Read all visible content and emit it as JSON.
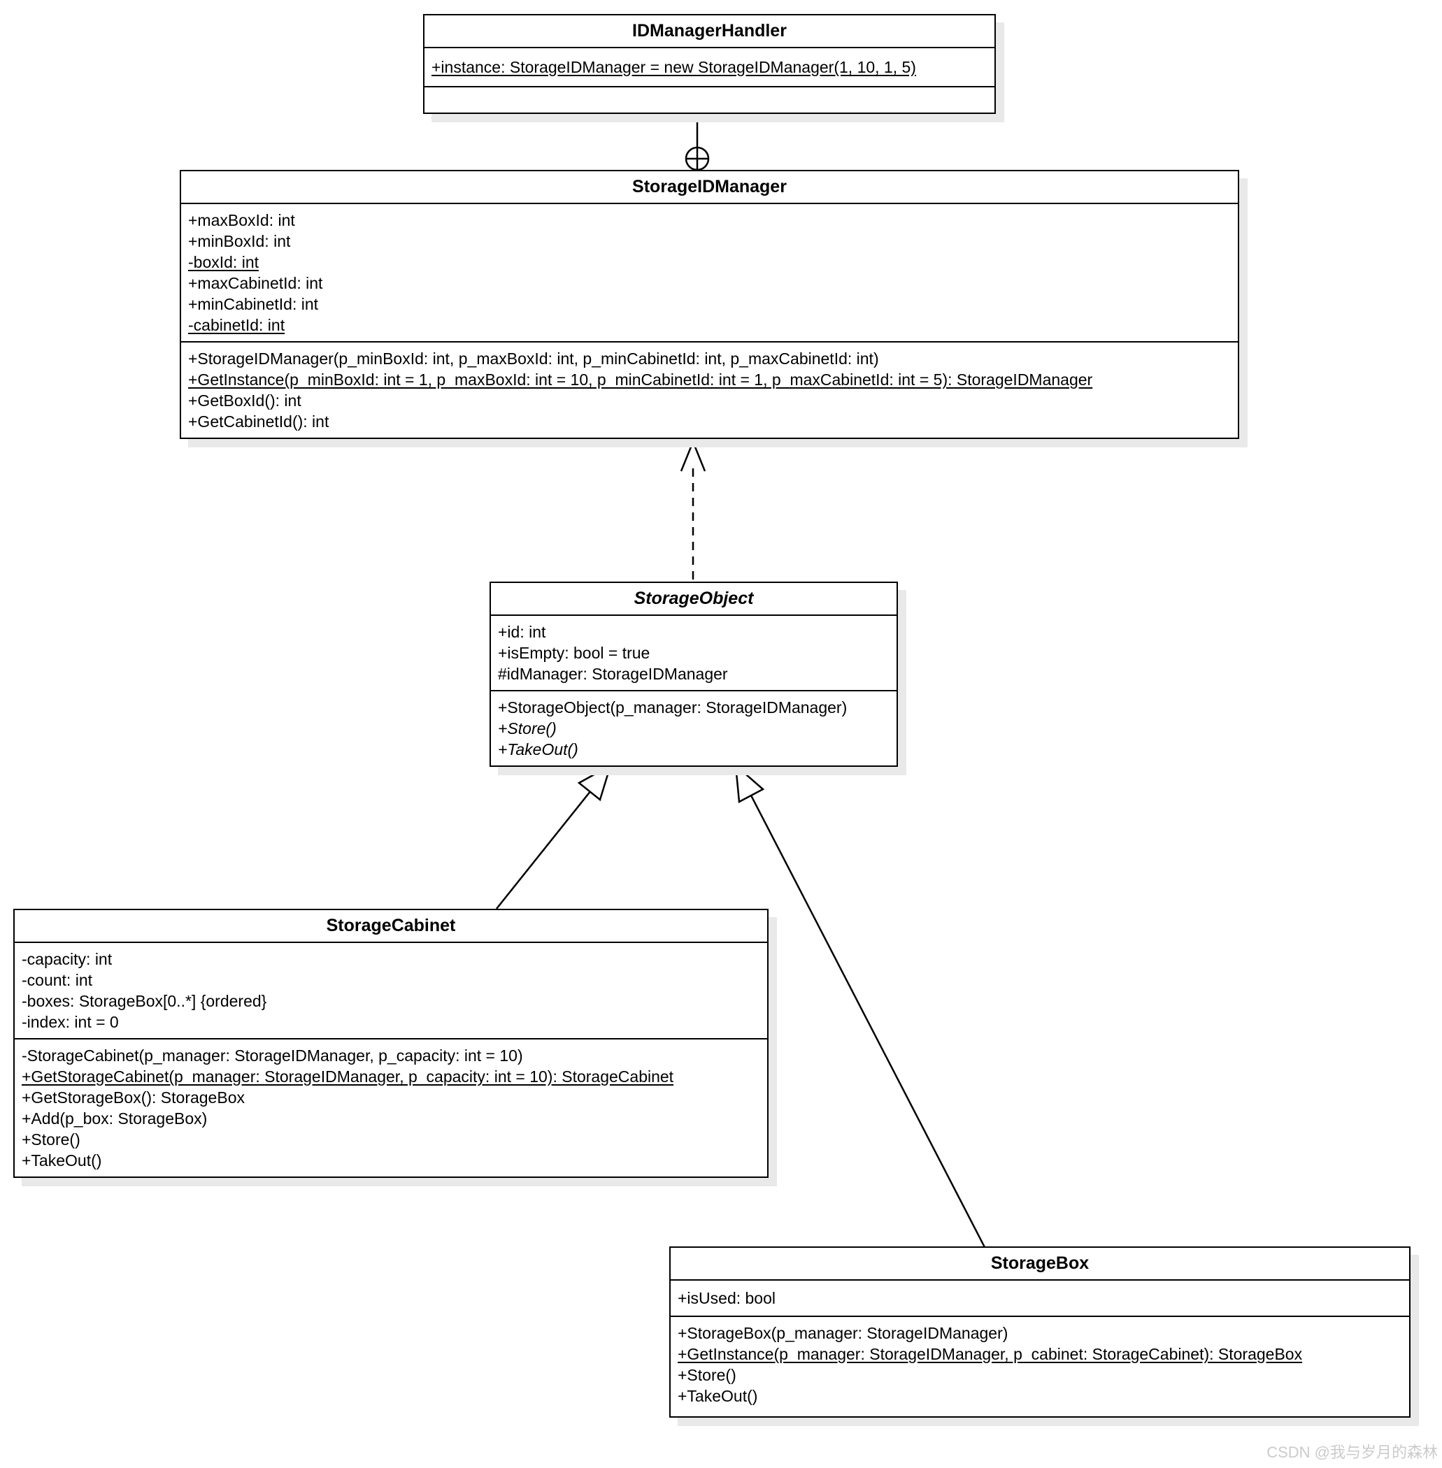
{
  "watermark": "CSDN @我与岁月的森林",
  "diagram": {
    "type": "uml-class-diagram",
    "classes": [
      {
        "name": "IDManagerHandler",
        "title": "IDManagerHandler",
        "abstract": false,
        "attributes": [
          {
            "text": "+instance: StorageIDManager = new StorageIDManager(1, 10, 1, 5)",
            "static": true
          }
        ],
        "methods": []
      },
      {
        "name": "StorageIDManager",
        "title": "StorageIDManager",
        "abstract": false,
        "attributes": [
          {
            "text": "+maxBoxId: int",
            "static": false
          },
          {
            "text": "+minBoxId: int",
            "static": false
          },
          {
            "text": "-boxId: int",
            "static": true
          },
          {
            "text": "+maxCabinetId: int",
            "static": false
          },
          {
            "text": "+minCabinetId: int",
            "static": false
          },
          {
            "text": "-cabinetId: int",
            "static": true
          }
        ],
        "methods": [
          {
            "text": "+StorageIDManager(p_minBoxId: int, p_maxBoxId: int, p_minCabinetId: int, p_maxCabinetId: int)",
            "static": false,
            "abstract": false
          },
          {
            "text": "+GetInstance(p_minBoxId: int = 1, p_maxBoxId: int = 10, p_minCabinetId: int = 1, p_maxCabinetId: int = 5): StorageIDManager",
            "static": true,
            "abstract": false
          },
          {
            "text": "+GetBoxId(): int",
            "static": false,
            "abstract": false
          },
          {
            "text": "+GetCabinetId(): int",
            "static": false,
            "abstract": false
          }
        ]
      },
      {
        "name": "StorageObject",
        "title": "StorageObject",
        "abstract": true,
        "attributes": [
          {
            "text": "+id: int",
            "static": false
          },
          {
            "text": "+isEmpty: bool = true",
            "static": false
          },
          {
            "text": "#idManager: StorageIDManager",
            "static": false
          }
        ],
        "methods": [
          {
            "text": "+StorageObject(p_manager: StorageIDManager)",
            "static": false,
            "abstract": false
          },
          {
            "text": "+Store()",
            "static": false,
            "abstract": true
          },
          {
            "text": "+TakeOut()",
            "static": false,
            "abstract": true
          }
        ]
      },
      {
        "name": "StorageCabinet",
        "title": "StorageCabinet",
        "abstract": false,
        "attributes": [
          {
            "text": "-capacity: int",
            "static": false
          },
          {
            "text": "-count: int",
            "static": false
          },
          {
            "text": "-boxes: StorageBox[0..*] {ordered}",
            "static": false
          },
          {
            "text": "-index: int = 0",
            "static": false
          }
        ],
        "methods": [
          {
            "text": "-StorageCabinet(p_manager: StorageIDManager, p_capacity: int = 10)",
            "static": false,
            "abstract": false
          },
          {
            "text": "+GetStorageCabinet(p_manager: StorageIDManager, p_capacity: int = 10): StorageCabinet",
            "static": true,
            "abstract": false
          },
          {
            "text": "+GetStorageBox(): StorageBox",
            "static": false,
            "abstract": false
          },
          {
            "text": "+Add(p_box: StorageBox)",
            "static": false,
            "abstract": false
          },
          {
            "text": "+Store()",
            "static": false,
            "abstract": false
          },
          {
            "text": "+TakeOut()",
            "static": false,
            "abstract": false
          }
        ]
      },
      {
        "name": "StorageBox",
        "title": "StorageBox",
        "abstract": false,
        "attributes": [
          {
            "text": "+isUsed: bool",
            "static": false
          }
        ],
        "methods": [
          {
            "text": "+StorageBox(p_manager: StorageIDManager)",
            "static": false,
            "abstract": false
          },
          {
            "text": "+GetInstance(p_manager: StorageIDManager, p_cabinet: StorageCabinet): StorageBox",
            "static": true,
            "abstract": false
          },
          {
            "text": "+Store()",
            "static": false,
            "abstract": false
          },
          {
            "text": "+TakeOut()",
            "static": false,
            "abstract": false
          }
        ]
      }
    ],
    "relations": [
      {
        "type": "containment",
        "from": "IDManagerHandler",
        "to": "StorageIDManager",
        "symbol": "circle-plus"
      },
      {
        "type": "dependency",
        "from": "StorageObject",
        "to": "StorageIDManager",
        "line": "dashed",
        "arrow": "open"
      },
      {
        "type": "generalization",
        "from": "StorageCabinet",
        "to": "StorageObject",
        "arrow": "hollow-triangle"
      },
      {
        "type": "generalization",
        "from": "StorageBox",
        "to": "StorageObject",
        "arrow": "hollow-triangle"
      }
    ]
  }
}
